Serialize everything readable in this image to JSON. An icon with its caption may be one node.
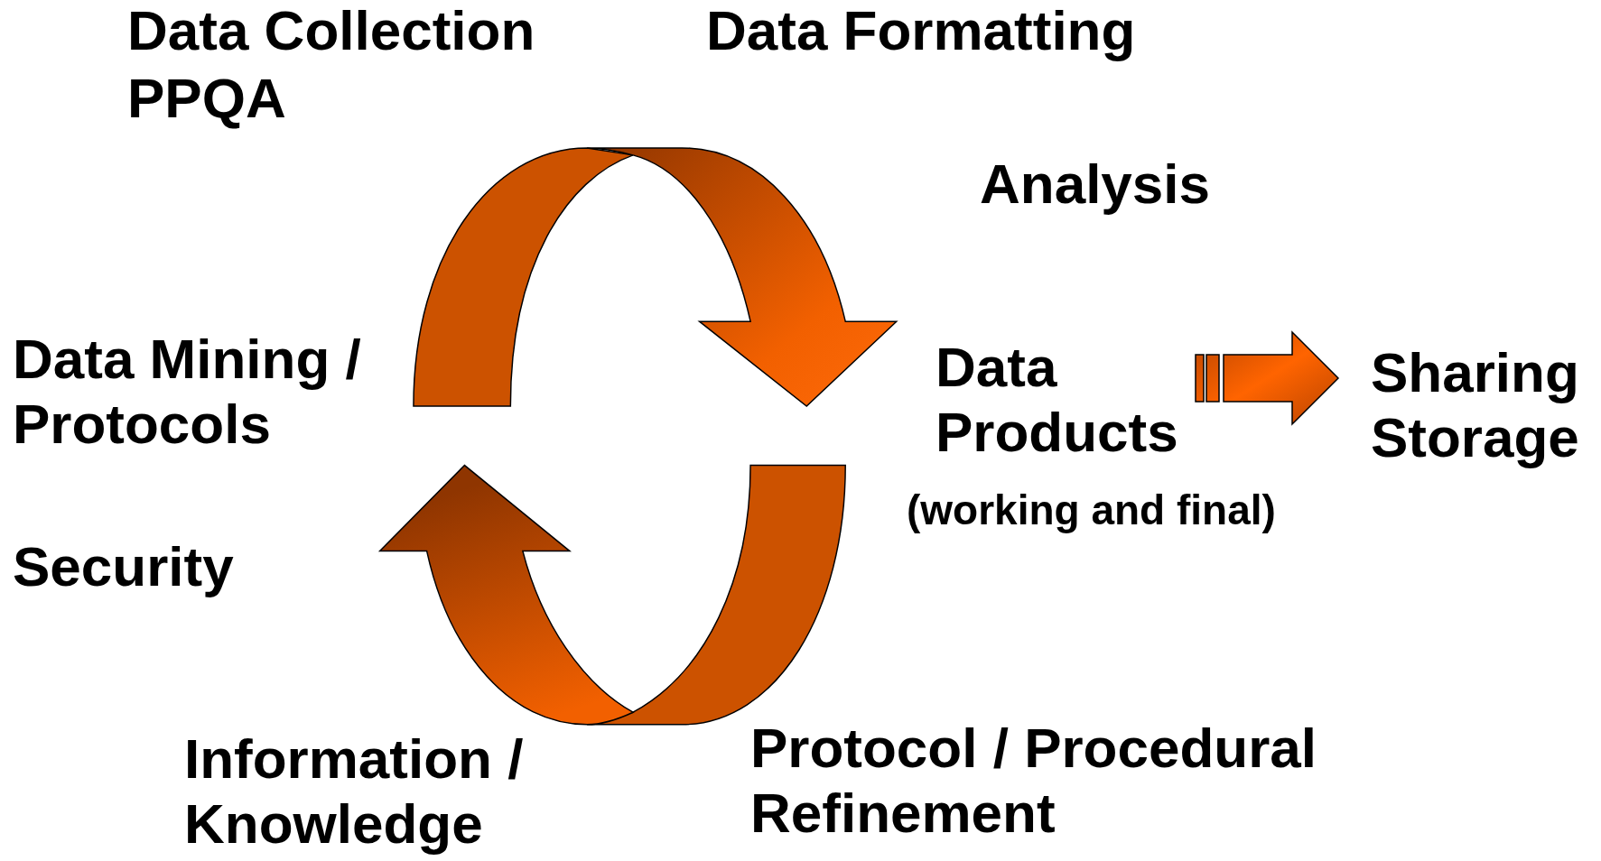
{
  "diagram": {
    "nodes": [
      {
        "text": [
          "Data Products"
        ],
        "beside": [
          "(working and final)"
        ]
      },
      {
        "text": [
          "Sharing Storage"
        ]
      }
    ],
    "edges": [
      {
        "from": 0,
        "to": 1,
        "arrow": "to"
      }
    ],
    "labels": [
      "Data Collection",
      "PPQA",
      "Data Formatting",
      "Analysis",
      "Data Mining / Protocols",
      "Security",
      "Information / Knowledge",
      "Protocol / Procedural Refinement"
    ]
  }
}
